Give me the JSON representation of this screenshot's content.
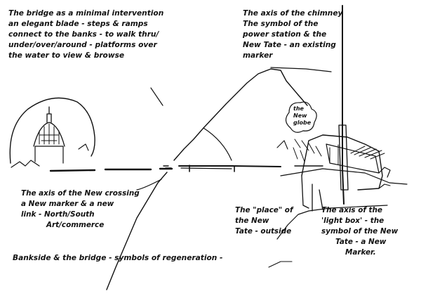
{
  "annotations": {
    "bridge_note": [
      "The bridge as a minimal intervention",
      "an elegant blade - steps & ramps",
      "connect to the banks - to walk thru/",
      "under/over/around - platforms over",
      "the water to view & browse"
    ],
    "chimney_note": [
      "The axis of the chimney",
      "The symbol of the",
      "power station & the",
      "New Tate - an existing",
      "marker"
    ],
    "globe_label": [
      "the",
      "New",
      "globe"
    ],
    "crossing_note": [
      "The axis of the New crossing",
      "a New marker & a new",
      "link - North/South",
      "Art/commerce"
    ],
    "place_note": [
      "The \"place\" of",
      "the New",
      "Tate - outside"
    ],
    "lightbox_note": [
      "The axis of the",
      "'light box' - the",
      "symbol of the New",
      "Tate - a New",
      "Marker."
    ],
    "bankside_note": "Bankside & the bridge - symbols of regeneration -"
  },
  "colors": {
    "ink": "#111111",
    "paper": "#ffffff"
  }
}
